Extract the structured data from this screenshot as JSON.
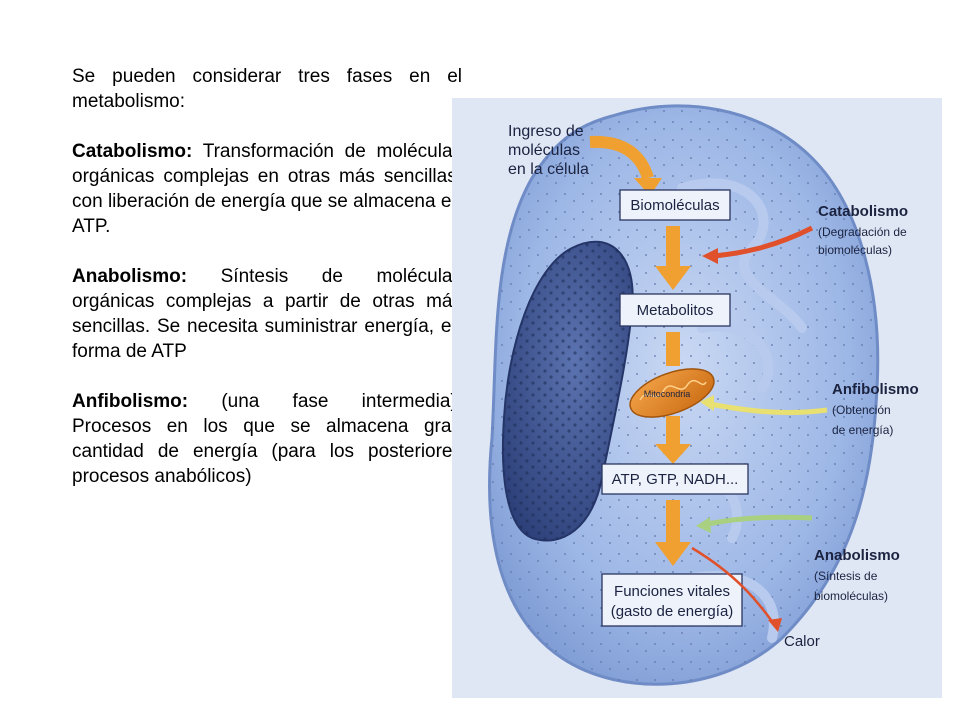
{
  "intro": "Se pueden considerar tres fases en el metabolismo:",
  "phases": [
    {
      "title": "Catabolismo:",
      "text": "Transformación de moléculas orgánicas complejas en otras más sencillas, con liberación de energía que se almacena en ATP."
    },
    {
      "title": "Anabolismo:",
      "text": "Síntesis de moléculas orgánicas complejas a partir de otras más sencillas. Se necesita suministrar energía, en forma de ATP"
    },
    {
      "title": "Anfibolismo:",
      "text": "(una fase intermedia). Procesos en los que se almacena gran cantidad de energía (para los posteriores procesos anabólicos)"
    }
  ],
  "diagram": {
    "ingreso": [
      "Ingreso de",
      "moléculas",
      "en la célula"
    ],
    "boxes": [
      "Biomoléculas",
      "Metabolitos",
      "ATP, GTP, NADH...",
      "Funciones vitales",
      "(gasto de energía)"
    ],
    "mitocondria": "Mitocondria",
    "catabolismo": {
      "title": "Catabolismo",
      "lines": [
        "(Degradación de",
        "biomoléculas)"
      ]
    },
    "anfibolismo": {
      "title": "Anfibolismo",
      "lines": [
        "(Obtención",
        "de energía)"
      ]
    },
    "anabolismo": {
      "title": "Anabolismo",
      "lines": [
        "(Síntesis de",
        "biomoléculas)"
      ]
    },
    "calor": "Calor"
  },
  "colors": {
    "cell": "#9db7e6",
    "nucleus": "#3f5794",
    "orange_arrow": "#f0a030",
    "red_arrow": "#e0502a",
    "yellow_arrow": "#e8e070",
    "green_arrow": "#a8d080"
  }
}
